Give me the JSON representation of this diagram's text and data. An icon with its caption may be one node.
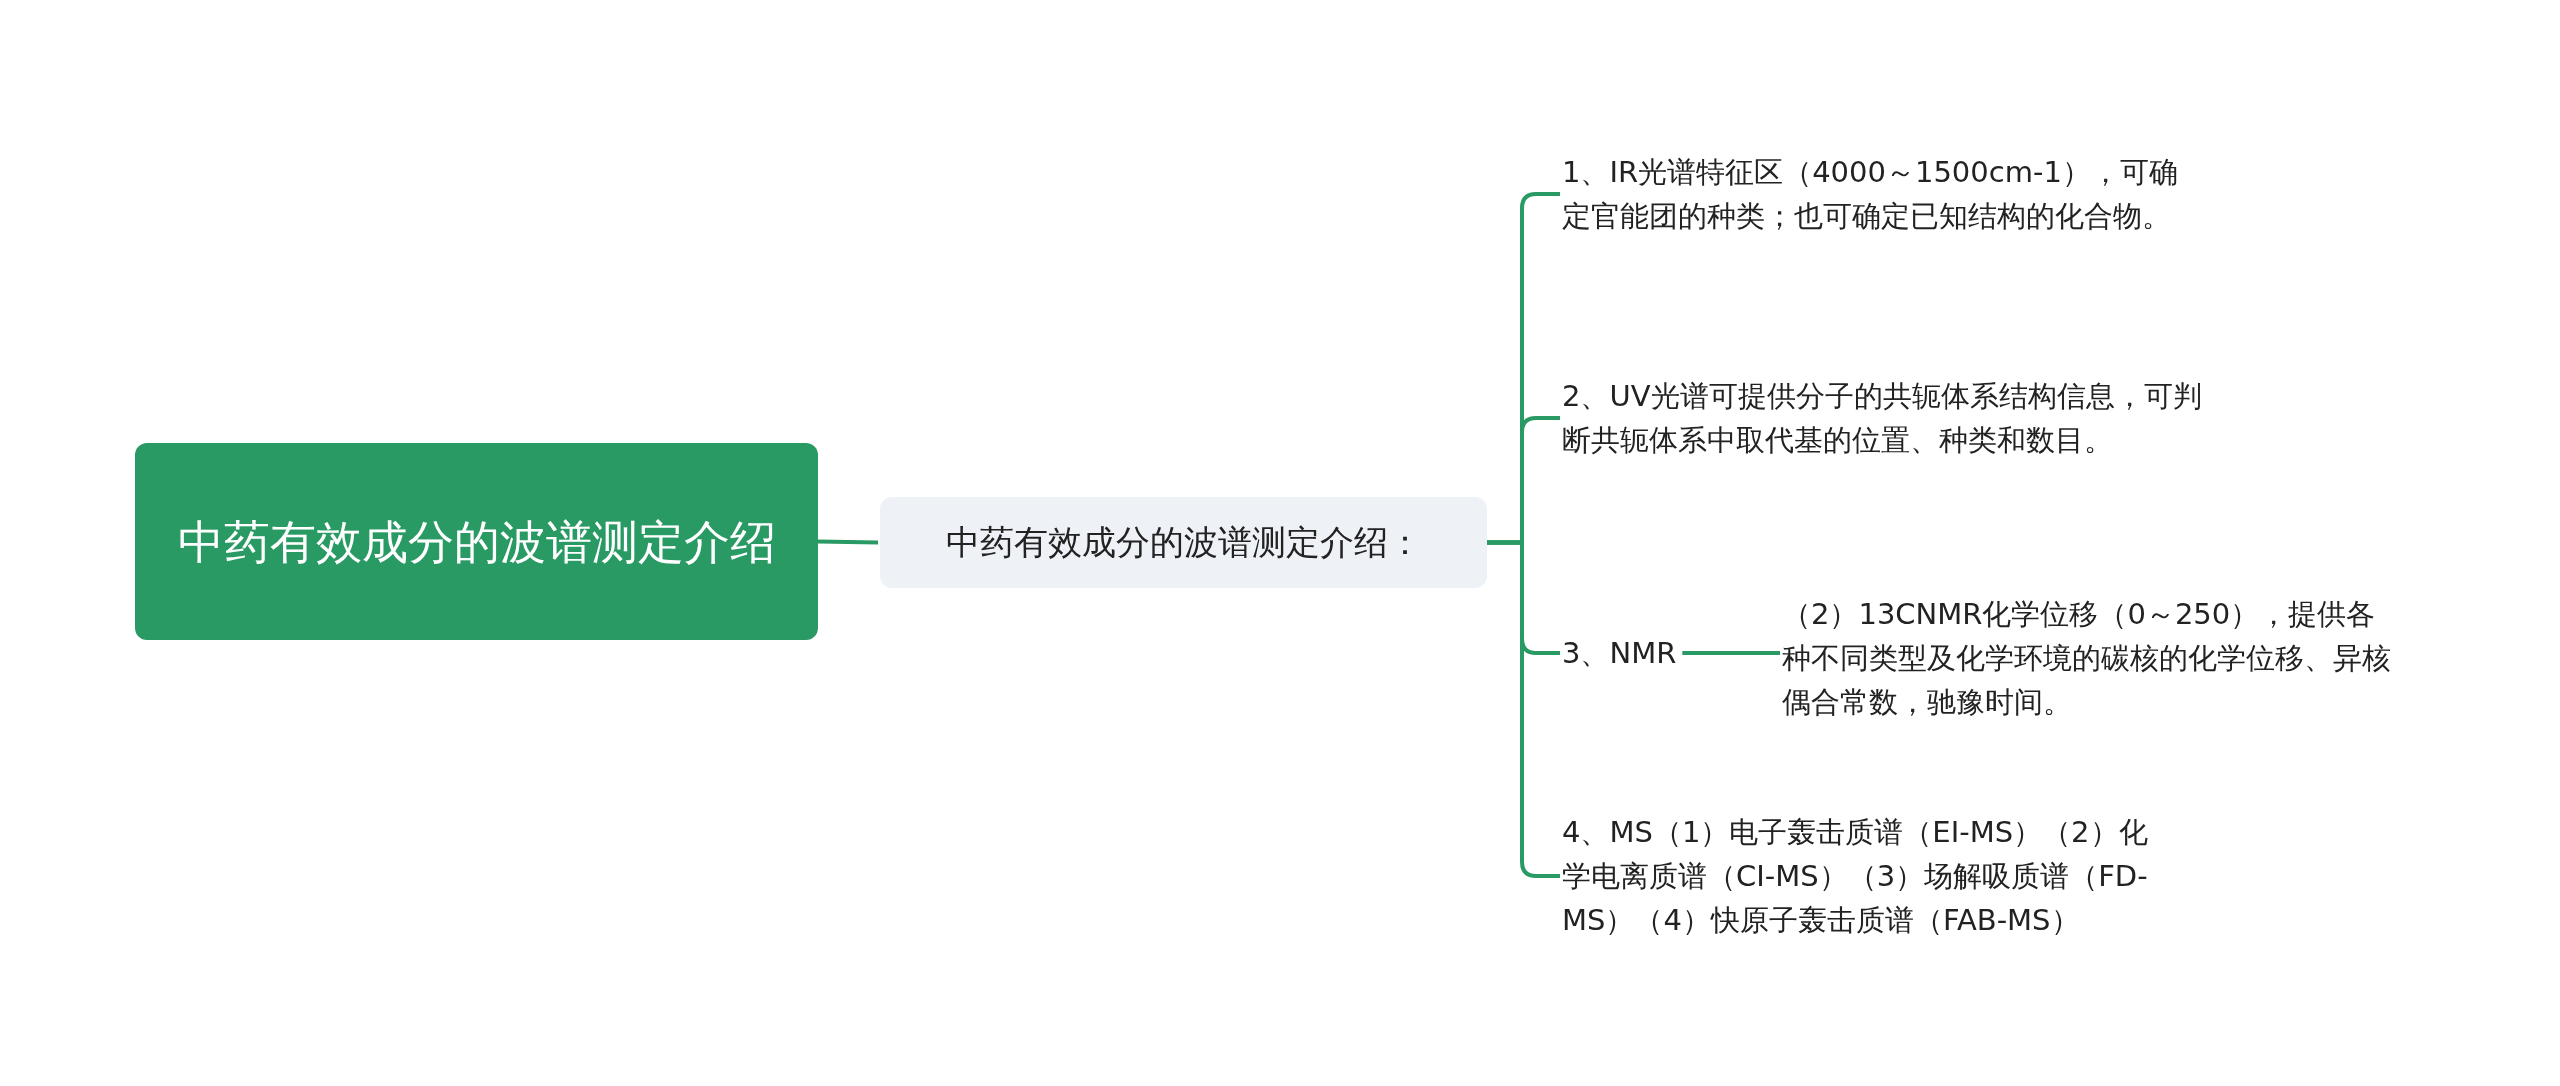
{
  "diagram": {
    "nodes": [
      {
        "text": [
          "中药有效成分的波谱测定介绍"
        ]
      },
      {
        "text": [
          "中药有效成分的波谱测定介绍："
        ]
      },
      {
        "text": [
          "1、IR光谱特征区（4000～1500cm-1），可确定官能团的种类；也可确定已知结构的化合物。"
        ]
      },
      {
        "text": [
          "2、UV光谱可提供分子的共轭体系结构信息，可判断共轭体系中取代基的位置、种类和数目。"
        ]
      },
      {
        "text": [
          "3、NMR"
        ]
      },
      {
        "text": [
          "（2）13CNMR化学位移（0～250），提供各种不同类型及化学环境的碳核的化学位移、异核偶合常数，驰豫时间。"
        ]
      },
      {
        "text": [
          "4、MS（1）电子轰击质谱（EI-MS）（2）化学电离质谱（CI-MS）（3）场解吸质谱（FD-MS）（4）快原子轰击质谱（FAB-MS）"
        ]
      }
    ],
    "edges": [
      {
        "from": 0,
        "to": 1,
        "arrow": "none"
      },
      {
        "from": 1,
        "to": 2,
        "arrow": "none"
      },
      {
        "from": 1,
        "to": 3,
        "arrow": "none"
      },
      {
        "from": 1,
        "to": 4,
        "arrow": "none"
      },
      {
        "from": 1,
        "to": 6,
        "arrow": "none"
      },
      {
        "from": 4,
        "to": 5,
        "arrow": "none"
      }
    ]
  }
}
